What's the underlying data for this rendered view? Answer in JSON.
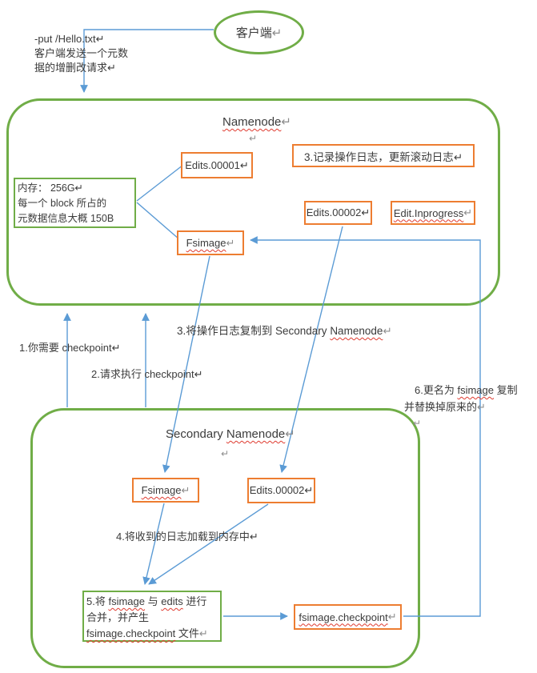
{
  "colors": {
    "container_green": "#70AD47",
    "file_box_orange": "#ED7D31",
    "connector_blue": "#5B9BD5",
    "text": "#3b3b3b",
    "spellcheck_red": "#DF3B30",
    "paragraph_mark_gray": "#8C8C8C"
  },
  "client": {
    "label": "客户端",
    "mark": "↵"
  },
  "note": {
    "l1": "-put /Hello.txt↵",
    "l2": "客户端发送一个元数",
    "l3": "据的增删改请求↵"
  },
  "namenode": {
    "title_sq": "Namenode",
    "title_mark": "↵",
    "pilcrow": "↵",
    "edits1": "Edits.00001↵",
    "step3_log": "3.记录操作日志，更新滚动日志↵",
    "memory_l1": "内存： 256G↵",
    "memory_l2": "每一个 block 所占的",
    "memory_l3": "元数据信息大概 150B",
    "edits2": "Edits.00002↵",
    "inprogress_sq": "Edit.Inprogress",
    "inprogress_mark": "↵",
    "fsimage_sq": "Fsimage",
    "fsimage_mark": "↵"
  },
  "flow": {
    "step1": "1.你需要 checkpoint↵",
    "step2": "2.请求执行 checkpoint↵",
    "step3_pre": "3.将操作日志复制到 Secondary ",
    "step3_sq": "Namenode",
    "step3_mark": "↵",
    "step4": "4.将收到的日志加载到内存中↵",
    "step6_pre": "6.更名为 ",
    "step6_sq": "fsimage",
    "step6_post": " 复制",
    "step6_l2": "并替换掉原来的",
    "step6_mark": "↵",
    "step6_pilcrow": "↵"
  },
  "secondary": {
    "title_pre": "Secondary ",
    "title_sq": "Namenode",
    "title_mark": "↵",
    "pilcrow": "↵",
    "fsimage_sq": "Fsimage",
    "fsimage_mark": "↵",
    "edits2": "Edits.00002↵",
    "box5_l1_pre": "5.将 ",
    "box5_l1_sq1": "fsimage",
    "box5_l1_mid": " 与 ",
    "box5_l1_sq2": "edits",
    "box5_l1_post": " 进行",
    "box5_l2": "合并，并产生",
    "box5_l3_sq": "fsimage.checkpoint",
    "box5_l3_post": " 文件",
    "box5_l3_mark": "↵",
    "checkpoint_sq": "fsimage.checkpoint",
    "checkpoint_mark": "↵"
  }
}
